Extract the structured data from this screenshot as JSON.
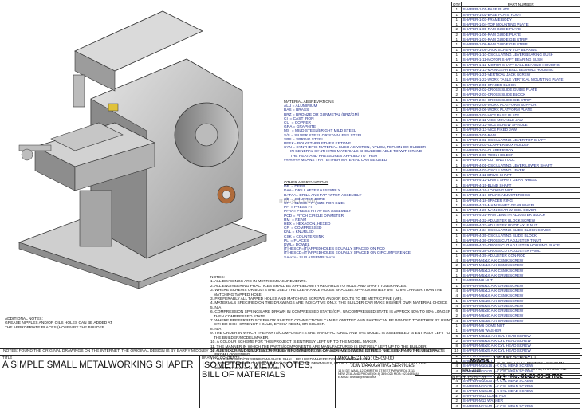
{
  "parts_table": {
    "header_qty": "QTY",
    "header_part": "PART NUMBER",
    "rows": [
      [
        "1",
        "SHAPER-1-01-BASE PLATE"
      ],
      [
        "1",
        "SHAPER-1-02-BASE PLATE FOOT"
      ],
      [
        "1",
        "SHAPER-1-03-FRAME BODY"
      ],
      [
        "1",
        "SHAPER-1-04-TOP MOUNTING PLATE"
      ],
      [
        "2",
        "SHAPER-1-05-RAM GUIDE PLATE"
      ],
      [
        "2",
        "SHAPER-1-06-RAM GUIDE PLATE"
      ],
      [
        "1",
        "SHAPER-1-07-RAM GUIDE GIB STRIP"
      ],
      [
        "1",
        "SHAPER-1-08-RAM GUIDE GIB STRIP"
      ],
      [
        "1",
        "SHAPER-1-09-JACK SCREW TOP BEARING"
      ],
      [
        "1",
        "SHAPER-1-10-OSCILLATING LEVER BEARING BUSH"
      ],
      [
        "1",
        "SHAPER-1-11-MOTOR SHAFT BEARING BUSH"
      ],
      [
        "1",
        "SHAPER-1-12-MOTOR SHAFT BALL BEARING HOUSING"
      ],
      [
        "1",
        "SHAPER-1-13-MAIN GEAR BALL BEARING HOUSING"
      ],
      [
        "1",
        "SHAPER-1-21-VERTICAL JACK SCREW"
      ],
      [
        "1",
        "SHAPER-1-22-WORK TABLE VERTICAL MOUNTING PLATE"
      ],
      [
        "1",
        "SHAPER-2-01-SPACER BLOCK"
      ],
      [
        "2",
        "SHAPER-2-02-CROSS SLIDE GUIDE PLATE"
      ],
      [
        "2",
        "SHAPER-2-03-CROSS SLIDE BLOCK"
      ],
      [
        "1",
        "SHAPER-2-04-CROSS SLIDE GIB STRIP"
      ],
      [
        "1",
        "SHAPER-2-05-WORK PLATFORM SUPPORT"
      ],
      [
        "1",
        "SHAPER-2-06-WORK PLATFORM PLATE"
      ],
      [
        "1",
        "SHAPER-2-07-VICE BASE PLATE"
      ],
      [
        "1",
        "SHAPER-2-11-VICE MOVABLE JAW"
      ],
      [
        "1",
        "SHAPER-2-12-VICE SCREW SPINDLE"
      ],
      [
        "1",
        "SHAPER-2-13-VICE FIXED JAW"
      ],
      [
        "1",
        "SHAPER-3-01-RAM"
      ],
      [
        "1",
        "SHAPER-3-02-OSCILLATING LEVER TOP SHAFT"
      ],
      [
        "1",
        "SHAPER-3-03-CLAPPER BOX HOLDER"
      ],
      [
        "1",
        "SHAPER-3-04-CLAPPER BOX"
      ],
      [
        "1",
        "SHAPER-3-05-TOOL HOLDER"
      ],
      [
        "1",
        "SHAPER-3-06-CUTTING TOOL"
      ],
      [
        "1",
        "SHAPER-4-01-OSCILLATING LEVER LOWER SHAFT"
      ],
      [
        "1",
        "SHAPER-4-02-OSCILLATING LEVER"
      ],
      [
        "1",
        "SHAPER-4-11-DRIVE SHAFT"
      ],
      [
        "1",
        "SHAPER-4-12-DRIVE SHAFT GEAR WHEEL"
      ],
      [
        "1",
        "SHAPER-4-15-BLIND SHAFT"
      ],
      [
        "1",
        "SHAPER-4-16-LOCKING NUT"
      ],
      [
        "1",
        "SHAPER-4-17-CRANK ADJUSTER DISC"
      ],
      [
        "1",
        "SHAPER-4-18-SPACER RING"
      ],
      [
        "1",
        "SHAPER-4-19-MAIN SHAFT GEAR WHEEL"
      ],
      [
        "1",
        "SHAPER-4-20-MAIN GEAR WHEEL COVER"
      ],
      [
        "1",
        "SHAPER-4-31-RAM LENGTH ADJUSTER BLOCK"
      ],
      [
        "1",
        "SHAPER-4-32-ADJUSTER BLOCK SCREW"
      ],
      [
        "1",
        "SHAPER-4-33-ADJUSTER PIVOT AXLE NUT"
      ],
      [
        "1",
        "SHAPER-4-34-OSCILLATING SLIDE BLOCK COVER"
      ],
      [
        "1",
        "SHAPER-4-35-OSCILLATING SLIDE BLOCK"
      ],
      [
        "1",
        "SHAPER-4-36-CROSS CUT ADJUSTER T-NUT"
      ],
      [
        "1",
        "SHAPER-4-37-CROSS CUT ADJUSTER HOUSING PLATE"
      ],
      [
        "1",
        "SHAPER-4-38-CROSS CUT ADJUSTER PAWL"
      ],
      [
        "1",
        "SHAPER-4-39-ADJUSTER CON-ROD"
      ],
      [
        "4",
        "SHAPER-M4x10 A-K CSMK SCREW"
      ],
      [
        "2",
        "SHAPER-M4x16 A-K CSMK SCREW"
      ],
      [
        "3",
        "SHAPER-M5x12 A-K CSMK SCREW"
      ],
      [
        "1",
        "SHAPER-M5x16 A-K GRUB SCREW"
      ],
      [
        "1",
        "SHAPER-M6 NUT"
      ],
      [
        "1",
        "SHAPER-M6x10 A-K GRUB SCREW"
      ],
      [
        "4",
        "SHAPER-M6x12 A-K GRUB SCREW"
      ],
      [
        "4",
        "SHAPER-M6x16 A-K CSMK SCREW"
      ],
      [
        "1",
        "SHAPER-M6x20 A-K GRUB SCREW"
      ],
      [
        "4",
        "SHAPER-M6x25 A-K GRUB SCREW"
      ],
      [
        "6",
        "SHAPER-M6x30 A-K GRUB SCREW"
      ],
      [
        "2",
        "SHAPER-M6x40 A-K GRUB SCREW"
      ],
      [
        "4",
        "SHAPER-M6x55 A-K GRUB SCREW"
      ],
      [
        "1",
        "SHAPER-M6 DOME NUT"
      ],
      [
        "1",
        "SHAPER-M6 WASHER"
      ],
      [
        "6",
        "SHAPER-M8x12 A-K CYL HEAD SCREW"
      ],
      [
        "2",
        "SHAPER-M8x16 A-K CYL HEAD SCREW"
      ],
      [
        "8",
        "SHAPER-M8x20 A-K CYL HEAD SCREW"
      ],
      [
        "10",
        "SHAPER-M8x25 A-K CYL HEAD SCREW"
      ],
      [
        "2",
        "SHAPER-M8x30 A-K CYL HEAD SCREW"
      ],
      [
        "1",
        "SHAPER-M8 NUT"
      ],
      [
        "4",
        "SHAPER-M10x16 A-K CYL HEAD SCREW"
      ],
      [
        "4",
        "SHAPER-M10x20 A-K CYL HEAD SCREW"
      ],
      [
        "6",
        "SHAPER-M10x25 A-K CYL HEAD SCREW"
      ],
      [
        "4",
        "SHAPER-M10x30 A-K CYL HEAD SCREW"
      ],
      [
        "4",
        "SHAPER-M10x35 A-K CYL HEAD SCREW"
      ],
      [
        "2",
        "SHAPER-M10x40 A-K CYL HEAD SCREW"
      ],
      [
        "2",
        "SHAPER-M12 DOME NUT"
      ],
      [
        "2",
        "SHAPER-M12 WASHER"
      ],
      [
        "4",
        "SHAPER-M12x40 A-K CYL HEAD SCREW"
      ]
    ]
  },
  "material_abbreviations": {
    "title": "MATERIAL ABBREVIATIONS",
    "lines": [
      "ALU = ALUMINIUM",
      "BAS = BRASS",
      "BRZ = BRONZE OR GUNMETAL (BRZ/GM)",
      "CI  = CAST IRON",
      "CU  = COPPER",
      "GRA = GRAPHITE",
      "MS  = MILD STEEL/BRIGHT MILD STEEL",
      "S/S = SILVER STEEL OR STAINLESS STEEL",
      "SPS = SPRING STEEL",
      "PEEK= POLYETHER ETHER KETONE",
      "SYN = SYNTHETIC MATERIAL SUCH AS VETON, NYLON, TEFLON OR RUBBER",
      "      IN GENERAL SYNTHETIC MATERIALS SHOULD BE ABLE TO WITHSTAND",
      "      THE HEAT AND PRESSURES APPLIED TO THEM",
      "####/### MEANS THAT EITHER MATERIAL CAN BE USED"
    ]
  },
  "other_abbreviations": {
    "title": "OTHER ABBREVIATIONS",
    "lines": [
      "DP  = DEEP",
      "DAA= DRILL AFTER ASSEMBLY",
      "DATAA= DRILL AND TAP AFTER ASSEMBLY",
      "CB  = COUNTER BORE",
      "CF  = CLOSE FIT (SIZE FOR SIZE)",
      "PF  = PRESS FIT",
      "PFAA= PRESS FIT AFTER ASSEMBLY",
      "PCD = PITCH CIRCLE DIAMETER",
      "RM  = REAM",
      "HEX = HEXAGON, HEXED",
      "CP  = COMPRESSED",
      "KNL = KNURLED",
      "CSK = COUNTERSINK",
      "PL  = PLACES",
      "DWL= DOWEL",
      "[T]HESCP=[T]APPEDHOLES EQUALLY SPACED ON PCD",
      "[T]HESCD=[T]APPEDHOLES EQUALLY SPACED ON CIRCUMFERENCE",
      "SA-xxx= SUB ASSEMBLY-xxx"
    ]
  },
  "notes": {
    "title": "NOTES:",
    "lines": [
      "1. ALL DRAWINGS ARE IN METRIC MEASUREMENTS.",
      "2. ALL ENGINEERING PRACTICES SHALL BE APPLIED WITH REGARDS TO HOLE AND SHAFT TOLERANCES.",
      "3. WHERE SCREWS OR BOLTS ARE USED THE CLEARANCE HOLES SHALL BE APPROXIMATELY 5% TO 8% LARGER THAN THE",
      "   MATCHING TAPPED HOLE.",
      "3. PREFERABLY ALL TAPPED HOLES AND MATCHING SCREWS AND/OR BOLTS TO BE METRIC FINE (MF).",
      "4. MATERIALS SPECIFIED ON THE DRAWINGS ARE INDICATIVE ONLY. THE BUILDER CAN MAKE HIS/HER OWN MATERIAL CHOICE",
      "5. N/A",
      "6. COMPRESSION SPRINGS ARE DRAWN IN COMPRESSED STATE (CP), UNCOMPRESSED STATE IS APPROX 40% TO 80% LONGER",
      "   THEN COMPRESSED STATE.",
      "7. WHERE PREFERRED SCREW OR RIVETED CONNECTIONS CAN BE OMITTED AND PARTS CAN BE BONDED TOGETHER BY USING",
      "   EITHER HIGH STRENGTH GLUE, EPOXY RESIN, OR SOLDER.",
      "8. N/A",
      "9. THE ORDER IN WHICH THE PARTS/COMPONENTS ARE MANUFACTURED AND THE MODEL IS ASSEMBLED IS ENTIRELY LEFT TO",
      "   THE BUILDER/MODEL MAKER.",
      "10. A COLOUR SCHEME FOR THIS PROJECT IS ENTIRELY LEFT UP TO THE MODEL MAKER.",
      "11. THE MANNER IN WHICH THE PARTS/COMPONENTS ARE MANUFACTURED IS ENTIRELY LEFT UP TO THE BUILDER.",
      "12. USE LOCTITE, ON SCREW OR PRESS FIT CONNECTIONS OR SURFACES, WERE DEEMED NECESSARY TO PREVENT PARTS",
      "    FROM LOOSENING.",
      "13. WASHER AND/OR SPRINGWASHER SHALL BE USED WHERE DEEMED NECESSARY.",
      "XX. ERRORS AND/OR OMISSIONS MAY OCCUR IN THE DRAWINGS, DO NOT HESITATE TO CONTACT ME SO THAT THE",
      "    CORRECTIONS CAN BE RECTIFIED."
    ]
  },
  "additional_notes": {
    "title": "ADDITIONAL NOTES:",
    "lines": [
      "GREASE NIPPLES AND/OR OILS HOLES CAN BE ADDED AT",
      "THE APPROPRIATE PLACES (HOSEN BY THE BUILDER."
    ]
  },
  "watermark": "mfcad.com",
  "footnote": "NOTES: FOUND THE ORIGINAL DRAWINGS ON THE INTERNET. THE ORIGINAL DESIGN IS BY BARRY MIDDLEY OF AUSTRALIA AND DRAFTING WORK BY BRIAN RUFNO OF CANADA. MY DESIGN IS TWICE THE SIZE THAN THE ORIGINAL.",
  "title_block": {
    "title_label": "TITLE",
    "title": "A SIMPLE SMALL METALWORKING SHAPER",
    "contents_label": "DRAWING CONTENTS",
    "contents_line1": "ISOMETRIC VIEW, NOTES,",
    "contents_line2": "BILL OF MATERIALS",
    "project": "PROJECT No: 05-09-00",
    "company": "JDW DRAUGHTING SERVICES",
    "address1": "14 M DE WAAL  12 OMIRITHI STREET PAPARROA 3111",
    "address2": "NEW ZEALAND  PHONE (06 8) 3594025  MOB: 0274495844",
    "email": "E-MAIL: dewaal@xtra.co.nz",
    "logo_text": "JDWDS",
    "model_scale": "MODEL SCALE: 1:1",
    "dwg_scale": "DWG SCALE: 1:1 BEST OR AS SHOWN",
    "designer": "Designer: J.A.M. DE WAAL, PAPAMOA NZ",
    "date": "MAY 2018",
    "sheet": "SHEET: 02 OF 07",
    "size": "A3",
    "drawing_no": "No: 01-29-00-SHT02"
  }
}
